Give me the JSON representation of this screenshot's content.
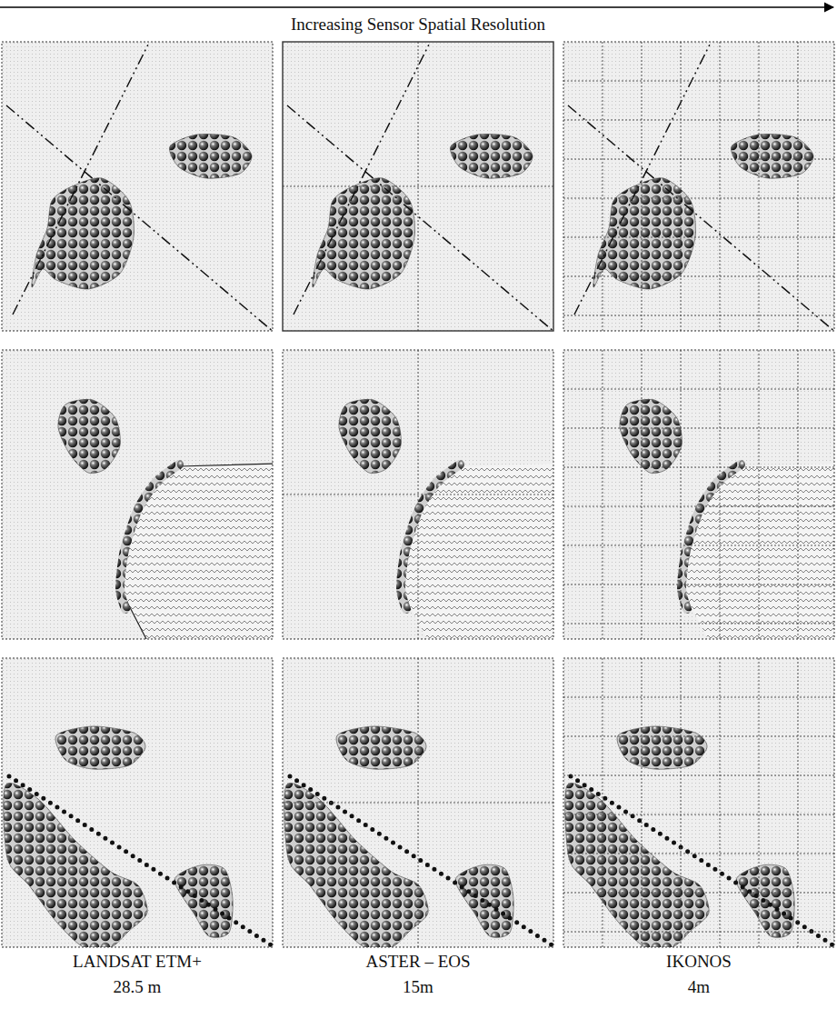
{
  "diagram": {
    "labels": [
      "Increasing Sensor Spatial Resolution",
      "LANDSAT ETM+",
      "28.5 m",
      "ASTER – EOS",
      "15m",
      "IKONOS",
      "4m"
    ]
  }
}
